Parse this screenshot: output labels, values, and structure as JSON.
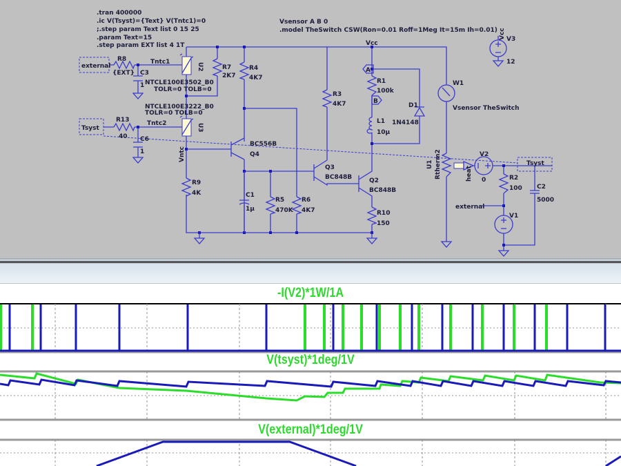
{
  "schematic": {
    "directives": [
      ".tran 400000",
      ".ic V(Tsyst)={Text} V(Tntc1)=0",
      ";.step param Text list 0 15 25",
      ".param Text=15",
      ".step param EXT list 4 1T"
    ],
    "model_lines": [
      "Vsensor A B 0",
      ".model TheSwitch CSW(Ron=0.01 Roff=1Meg It=15m Ih=0.01)"
    ],
    "labels": {
      "external_left": "external",
      "tsyst_left": "Tsyst",
      "r8": "R8",
      "r8_val": "{EXT}",
      "tntc1": "Tntc1",
      "c3": "C3",
      "c3_val": "1",
      "u2": "U2",
      "u2_model": "NTCLE100E3502_B0",
      "u2_params": "TOLR=0 TOLB=0",
      "u3_model": "NTCLE100E3222_B0",
      "u3_params": "TOLR=0 TOLB=0",
      "r13": "R13",
      "r13_val": "40",
      "tntc2": "Tntc2",
      "c6": "C6",
      "c6_val": "1",
      "u3": "U3",
      "vntc": "Vntc",
      "r7": "R7",
      "r7_val": "2K7",
      "r4": "R4",
      "r4_val": "4K7",
      "q4_model": "BC556B",
      "q4": "Q4",
      "r9": "R9",
      "r9_val": "4K",
      "c1": "C1",
      "c1_val": "1µ",
      "r5": "R5",
      "r5_val": "470K",
      "r6": "R6",
      "r6_val": "4K7",
      "r3": "R3",
      "r3_val": "4K7",
      "q3": "Q3",
      "q3_model": "BC848B",
      "q2": "Q2",
      "q2_model": "BC848B",
      "r10": "R10",
      "r10_val": "150",
      "vcc": "Vcc",
      "node_a": "A",
      "node_b": "B",
      "r1": "R1",
      "r1_val": "100k",
      "l1": "L1",
      "l1_val": "10µ",
      "d1": "D1",
      "d1_model": "1N4148",
      "w1": "W1",
      "w1_model": "Vsensor TheSwitch",
      "v3_net": "Vcc",
      "v3": "V3",
      "v3_val": "12",
      "u1": "U1",
      "u1_model": "Rtherm2",
      "heat": "heat",
      "v2": "V2",
      "v2_val": "0",
      "tsyst_right": "Tsyst",
      "r2": "R2",
      "r2_val": "100",
      "c2": "C2",
      "c2_val": "5000",
      "external_right": "external",
      "v1": "V1"
    }
  },
  "waveform": {
    "panes": [
      {
        "title": "-I(V2)*1W/1A"
      },
      {
        "title": "V(tsyst)*1deg/1V"
      },
      {
        "title": "V(external)*1deg/1V"
      }
    ],
    "colors": {
      "step1": "#2bdc2b",
      "step2": "#1a1ab8",
      "grid": "#909090",
      "title": "#2fd82f",
      "schematic_bg": "#c0c0c0",
      "wire": "#3a3acf"
    }
  }
}
